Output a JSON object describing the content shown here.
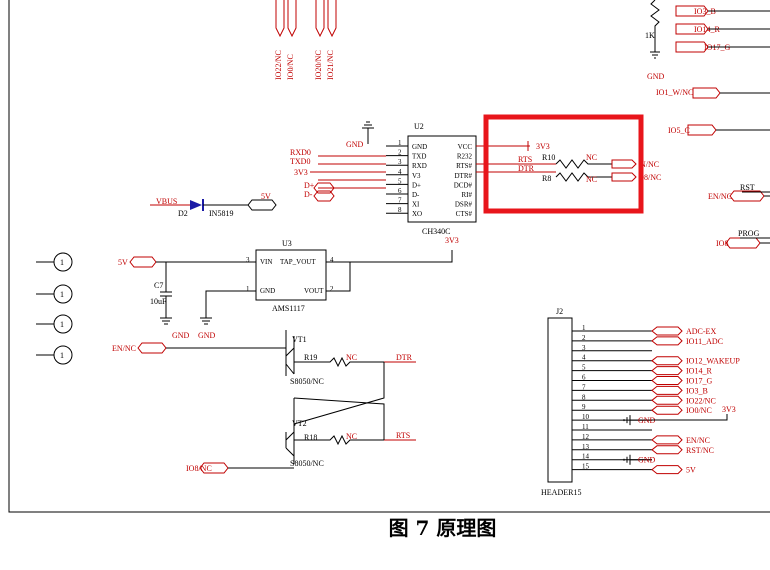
{
  "caption": "图 7 原理图",
  "u2": {
    "ref": "U2",
    "part": "CH340C",
    "left_pins": [
      {
        "num": "1",
        "name": "GND"
      },
      {
        "num": "2",
        "name": "TXD"
      },
      {
        "num": "3",
        "name": "RXD"
      },
      {
        "num": "4",
        "name": "V3"
      },
      {
        "num": "5",
        "name": "D+"
      },
      {
        "num": "6",
        "name": "D-"
      },
      {
        "num": "7",
        "name": "XI"
      },
      {
        "num": "8",
        "name": "XO"
      }
    ],
    "right_pins": [
      "VCC",
      "R232",
      "RTS#",
      "DTR#",
      "DCD#",
      "RI#",
      "DSR#",
      "CTS#"
    ],
    "gnd": "GND",
    "left_nets": [
      "RXD0",
      "TXD0",
      "3V3",
      "D+",
      "D-"
    ],
    "right_labels": {
      "vcc": "3V3",
      "rts": "RTS",
      "dtr": "DTR",
      "r10": "R10",
      "r8": "R8",
      "nc1": "NC",
      "nc2": "NC",
      "out1": "N/NC",
      "out2": "08/NC"
    }
  },
  "vbus": {
    "net": "VBUS",
    "ref": "D2",
    "part": "IN5819",
    "out": "5V"
  },
  "u3": {
    "ref": "U3",
    "part": "AMS1117",
    "pins": [
      "VIN",
      "TAP_VOUT",
      "GND",
      "VOUT"
    ],
    "nums": [
      "3",
      "4",
      "1",
      "2"
    ],
    "in": "5V",
    "out": "3V3",
    "cap_ref": "C7",
    "cap_val": "10uF",
    "gnd1": "GND",
    "gnd2": "GND"
  },
  "mounting": [
    "1",
    "1",
    "1",
    "1"
  ],
  "transistors": {
    "vt1": "VT1",
    "vt2": "VT2",
    "part1": "S8050/NC",
    "part2": "S8050/NC",
    "r19": "R19",
    "r18": "R18",
    "nc1": "NC",
    "nc2": "NC",
    "dtr": "DTR",
    "rts": "RTS",
    "en": "EN/NC",
    "io8": "IO8/NC"
  },
  "top_left_nets": [
    "IO22/NC",
    "IO0/NC",
    "IO20/NC",
    "IO21/NC"
  ],
  "top_right": {
    "nets": [
      "IO3_B",
      "IO14_R",
      "IO17_G",
      "IO1_W/NC",
      "IO5_C"
    ],
    "res": "1K",
    "gnd": "GND"
  },
  "right_edge": {
    "en": "EN/NC",
    "rst": "RST",
    "prog": "PROG",
    "io8": "IO8"
  },
  "j2": {
    "ref": "J2",
    "part": "HEADER15",
    "pins": [
      "1",
      "2",
      "3",
      "4",
      "5",
      "6",
      "7",
      "8",
      "9",
      "10",
      "11",
      "12",
      "13",
      "14",
      "15"
    ],
    "nets": [
      "ADC-EX",
      "IO11_ADC",
      "",
      "IO12_WAKEUP",
      "IO14_R",
      "IO17_G",
      "IO3_B",
      "IO22/NC",
      "IO0/NC",
      "GND",
      "",
      "EN/NC",
      "RST/NC",
      "GND",
      "5V"
    ],
    "v33": "3V3"
  },
  "highlight": {
    "color": "#e8151b"
  }
}
